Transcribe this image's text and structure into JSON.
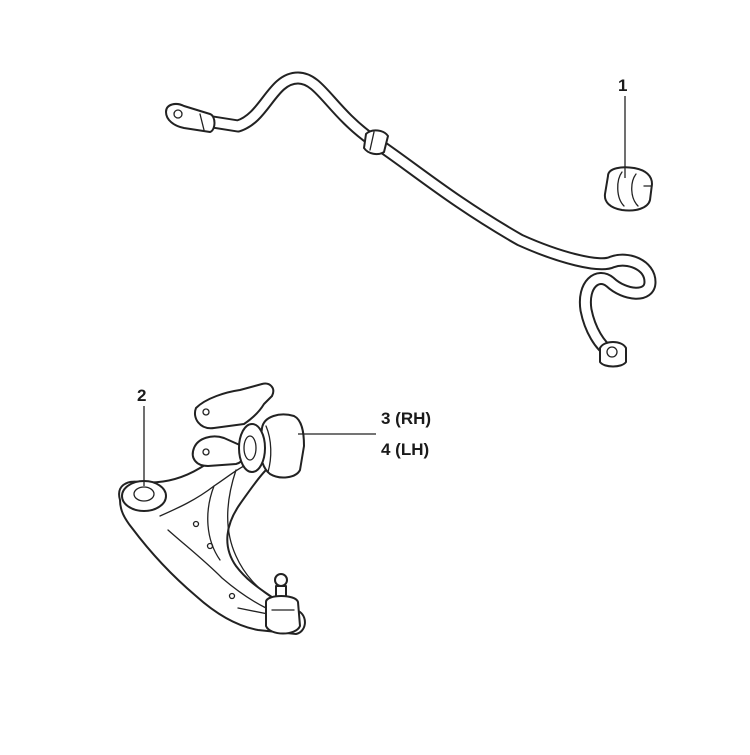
{
  "callouts": [
    {
      "label": "1"
    },
    {
      "label": "2"
    },
    {
      "label": "3 (RH)"
    },
    {
      "label": "4 (LH)"
    }
  ]
}
